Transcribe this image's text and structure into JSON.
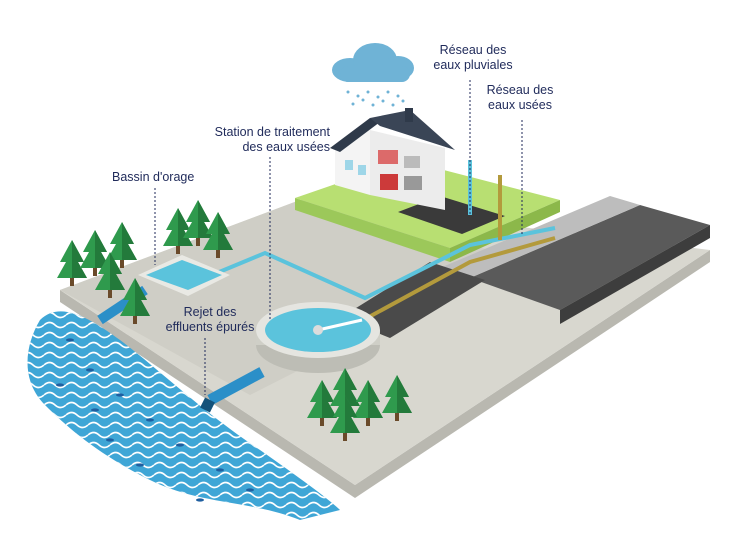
{
  "labels": {
    "rain_network": [
      "Réseau des",
      "eaux pluviales"
    ],
    "waste_network": [
      "Réseau des",
      "eaux usées"
    ],
    "station": [
      "Station de traitement",
      "des eaux usées"
    ],
    "storm_basin": "Bassin d'orage",
    "discharge": [
      "Rejet des",
      "effluents épurés"
    ]
  },
  "colors": {
    "water": "#5bc3dc",
    "river": "#3fa6d6",
    "trees": "#2f9a4d",
    "grass": "#b8df72",
    "road": "#555555",
    "pipe_rain": "#5bc3dc",
    "pipe_waste": "#b39a3c",
    "text": "#1f2a5a"
  }
}
